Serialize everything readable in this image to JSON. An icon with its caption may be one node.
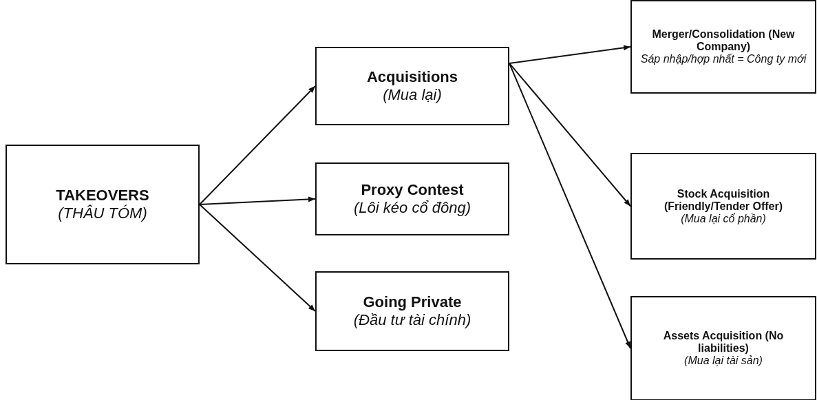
{
  "diagram": {
    "nodes": [
      {
        "text": [
          "TAKEOVERS",
          "(THÂU TÓM)"
        ]
      },
      {
        "text": [
          "Acquisitions",
          "(Mua lại)"
        ]
      },
      {
        "text": [
          "Proxy Contest",
          "(Lôi kéo cổ đông)"
        ]
      },
      {
        "text": [
          "Going Private",
          "(Đầu tư tài chính)"
        ]
      },
      {
        "text": [
          "Merger/Consolidation (New Company)",
          "Sáp nhập/hợp nhất = Công ty mới"
        ]
      },
      {
        "text": [
          "Stock Acquisition (Friendly/Tender Offer)",
          "(Mua lại cổ phần)"
        ]
      },
      {
        "text": [
          "Assets Acquisition (No liabilities)",
          "(Mua lại tài sản)"
        ]
      }
    ],
    "edges": [
      {
        "from": 0,
        "to": 1,
        "arrow": "to"
      },
      {
        "from": 0,
        "to": 2,
        "arrow": "to"
      },
      {
        "from": 0,
        "to": 3,
        "arrow": "to"
      },
      {
        "from": 1,
        "to": 4,
        "arrow": "to"
      },
      {
        "from": 1,
        "to": 5,
        "arrow": "to"
      },
      {
        "from": 1,
        "to": 6,
        "arrow": "to"
      }
    ]
  }
}
